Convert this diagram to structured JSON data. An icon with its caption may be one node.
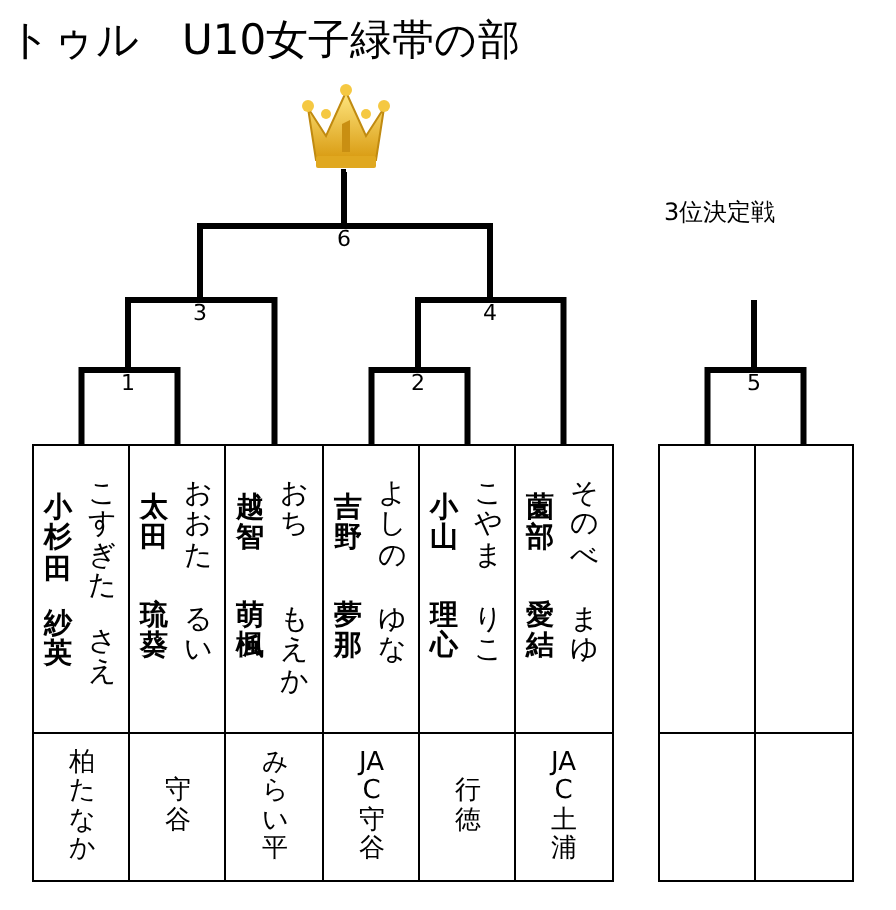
{
  "diagram": {
    "title": "トゥル　U10女子緑帯の部",
    "nodes": [
      {
        "text": [],
        "shape": "picture"
      },
      {
        "text": [
          "6"
        ]
      },
      {
        "text": [
          "3"
        ]
      },
      {
        "text": [
          "4"
        ]
      },
      {
        "text": [
          "1"
        ]
      },
      {
        "text": [
          "2"
        ]
      },
      {
        "text": [
          "5"
        ]
      },
      {
        "text": [
          "小杉田",
          "紗英",
          "こすぎた",
          "さえ"
        ]
      },
      {
        "text": [
          "太田",
          "琉葵",
          "おおた",
          "るい"
        ]
      },
      {
        "text": [
          "越智",
          "萌楓",
          "おち",
          "もえか"
        ]
      },
      {
        "text": [
          "吉野",
          "夢那",
          "よしの",
          "ゆな"
        ]
      },
      {
        "text": [
          "小山",
          "理心",
          "こやま",
          "りこ"
        ]
      },
      {
        "text": [
          "薗部",
          "愛結",
          "そのべ",
          "まゆ"
        ]
      },
      {
        "text": [
          "柏たなか"
        ]
      },
      {
        "text": [
          "守谷"
        ]
      },
      {
        "text": [
          "みらい平"
        ]
      },
      {
        "text": [
          "JAC守谷"
        ]
      },
      {
        "text": [
          "行徳"
        ]
      },
      {
        "text": [
          "JAC土浦"
        ]
      },
      {
        "text": [],
        "shape": "box"
      },
      {
        "text": [],
        "shape": "box"
      },
      {
        "text": [],
        "shape": "box"
      },
      {
        "text": [],
        "shape": "box"
      }
    ],
    "edges": [
      {
        "from": 7,
        "to": 4,
        "arrow": "none"
      },
      {
        "from": 8,
        "to": 4,
        "arrow": "none"
      },
      {
        "from": 9,
        "to": 2,
        "arrow": "none"
      },
      {
        "from": 4,
        "to": 2,
        "arrow": "none"
      },
      {
        "from": 10,
        "to": 5,
        "arrow": "none"
      },
      {
        "from": 11,
        "to": 5,
        "arrow": "none"
      },
      {
        "from": 12,
        "to": 3,
        "arrow": "none"
      },
      {
        "from": 5,
        "to": 3,
        "arrow": "none"
      },
      {
        "from": 2,
        "to": 1,
        "arrow": "none"
      },
      {
        "from": 3,
        "to": 1,
        "arrow": "none"
      },
      {
        "from": 1,
        "to": 0,
        "arrow": "none"
      },
      {
        "from": 19,
        "to": 6,
        "arrow": "none"
      },
      {
        "from": 20,
        "to": 6,
        "arrow": "none"
      },
      {
        "from": 6,
        "to": null,
        "arrow": "none"
      }
    ],
    "labels": [
      "3位決定戦"
    ]
  }
}
